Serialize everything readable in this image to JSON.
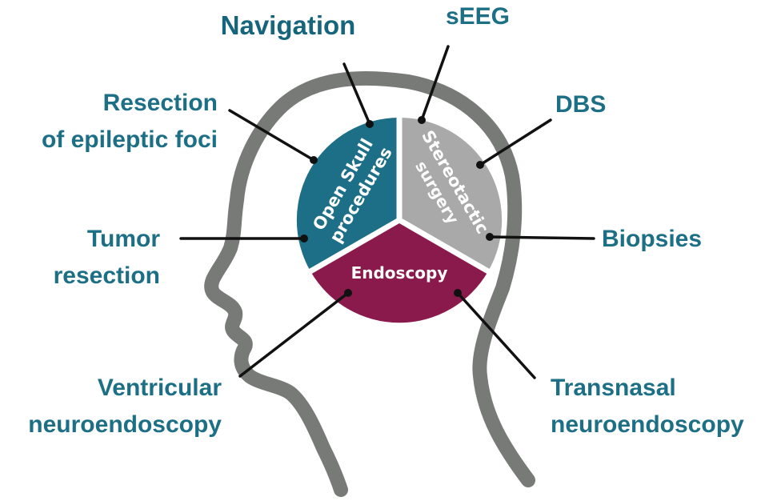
{
  "colors": {
    "head_outline": "#777a77",
    "open_skull": "#1c6f86",
    "stereotactic": "#a9a9a9",
    "endoscopy": "#8b1a4c",
    "label_text": "#1d6f86",
    "leader_lines": "#111111"
  },
  "segments": {
    "open_skull": {
      "line1": "Open Skull",
      "line2": "procedures"
    },
    "stereotactic": {
      "line1": "Stereotactic",
      "line2": "surgery"
    },
    "endoscopy": {
      "line1": "Endoscopy"
    }
  },
  "labels": {
    "navigation": "Navigation",
    "seeg": "sEEG",
    "resection_epileptic": {
      "line1": "Resection",
      "line2": "of epileptic foci"
    },
    "dbs": "DBS",
    "tumor": {
      "line1": "Tumor",
      "line2": "resection"
    },
    "biopsies": "Biopsies",
    "ventricular": {
      "line1": "Ventricular",
      "line2": "neuroendoscopy"
    },
    "transnasal": {
      "line1": "Transnasal",
      "line2": "neuroendoscopy"
    }
  }
}
